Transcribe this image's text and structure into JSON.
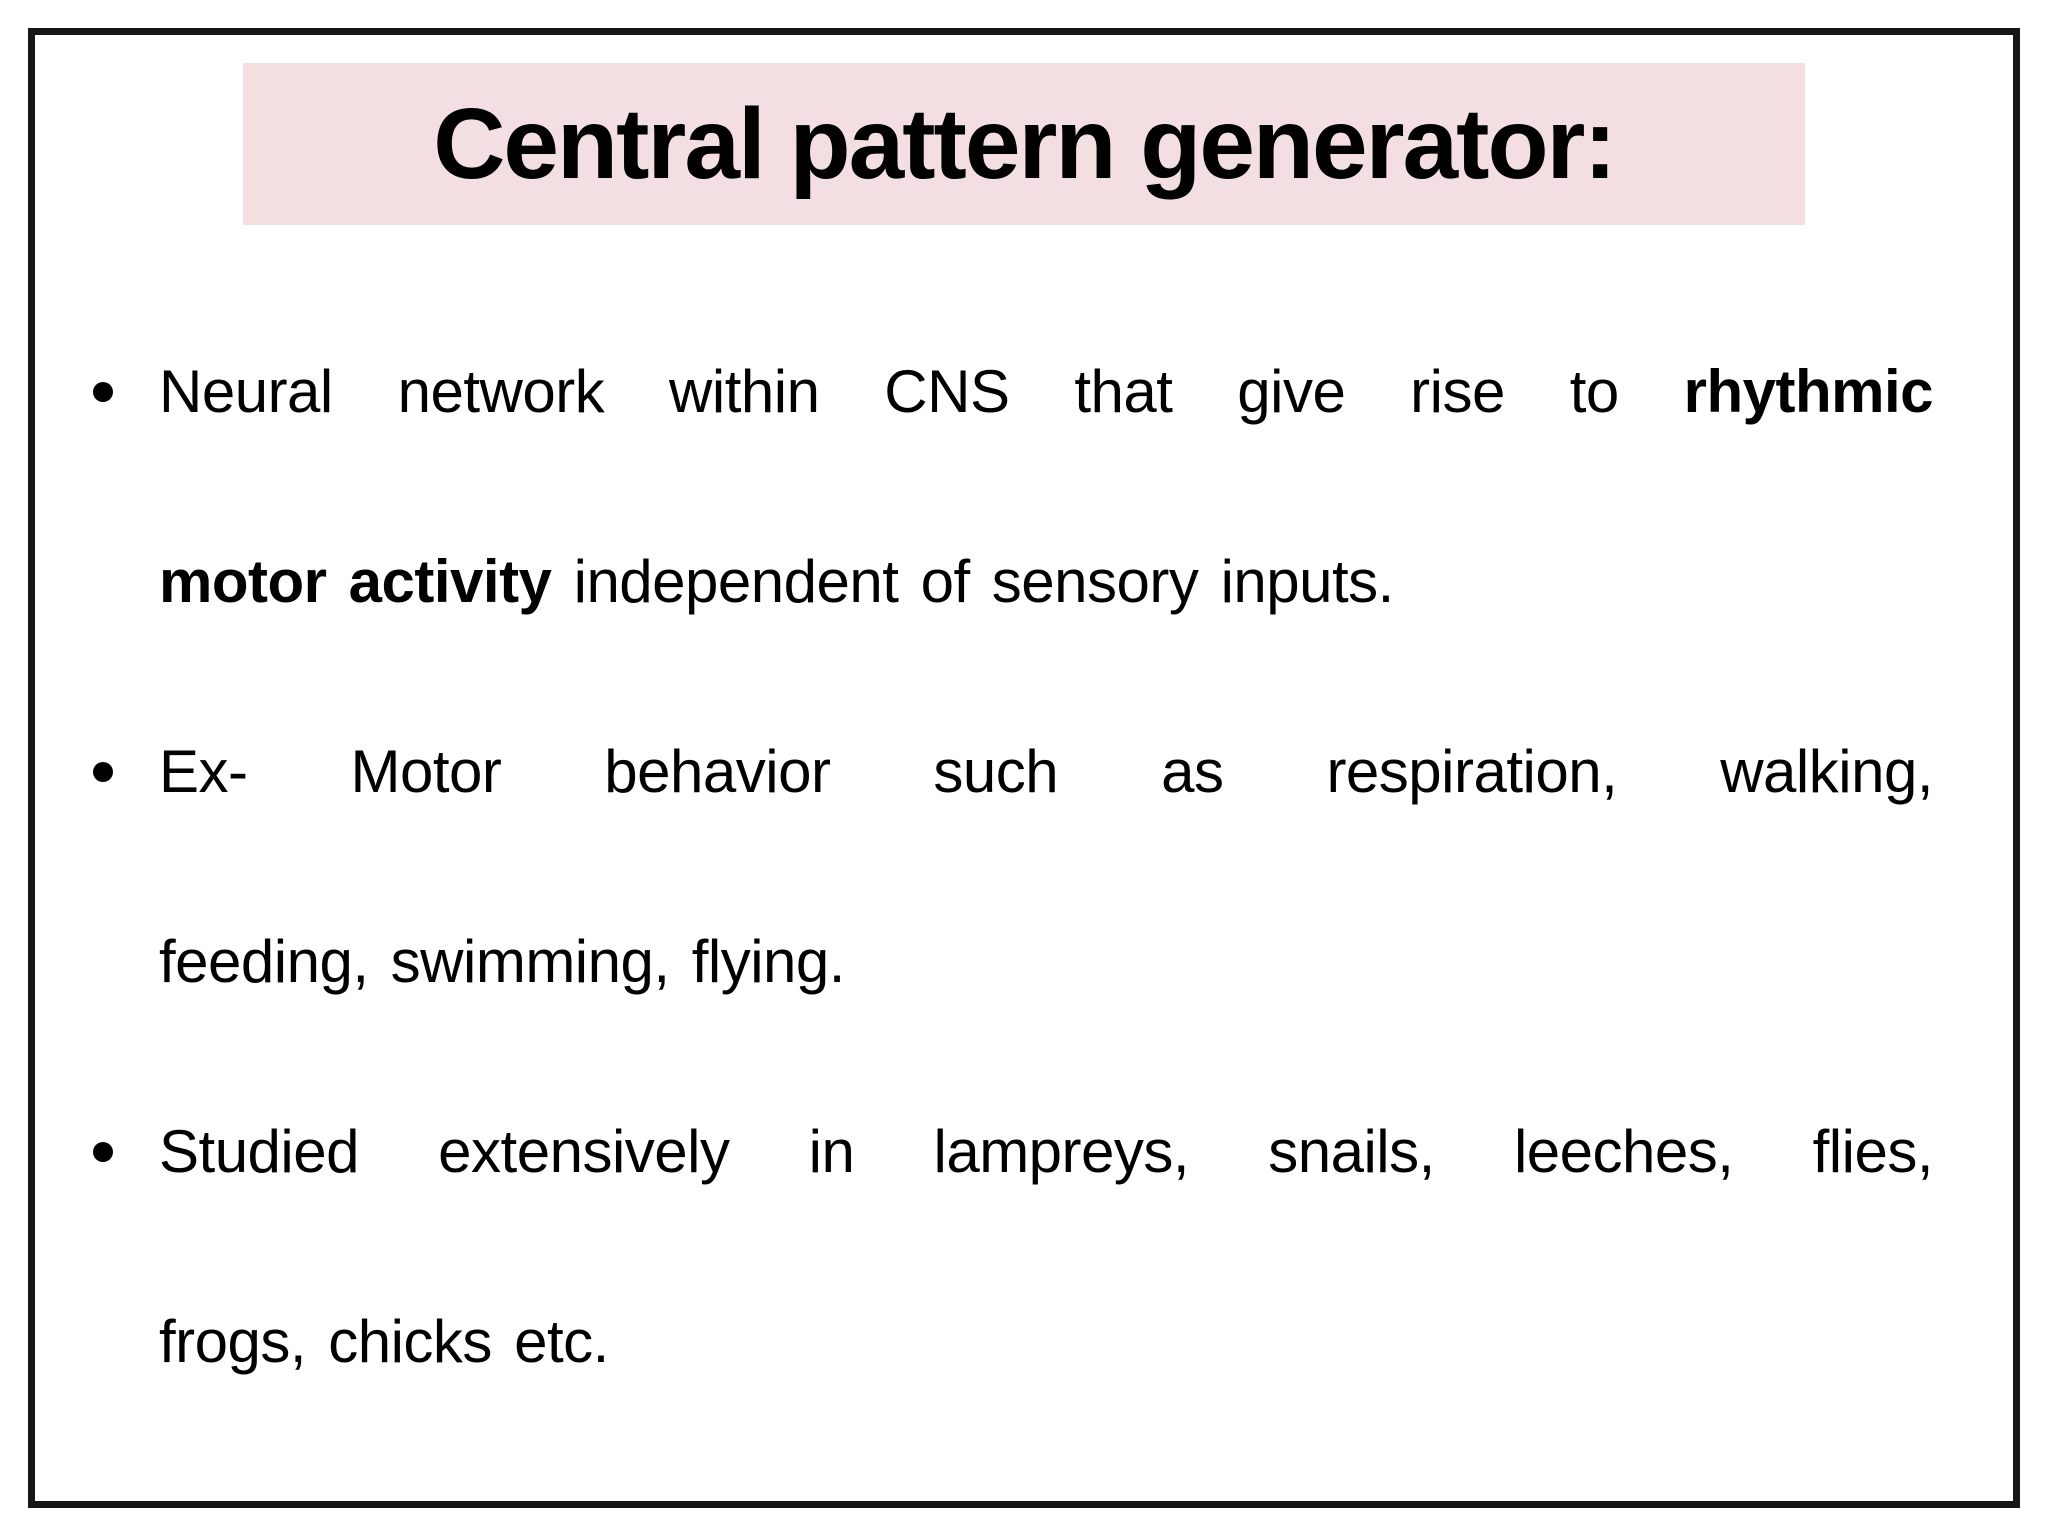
{
  "slide": {
    "title": "Central pattern generator:",
    "colors": {
      "title_bg": "#f3dee2",
      "border": "#161616",
      "text": "#000000",
      "background": "#ffffff"
    },
    "bullets": [
      {
        "lines": [
          {
            "pre": "Neural network within CNS that give rise to ",
            "bold": "rhythmic",
            "post": ""
          },
          {
            "pre": "",
            "bold": "motor activity",
            "post": " independent of sensory inputs."
          }
        ]
      },
      {
        "lines": [
          {
            "pre": "Ex- Motor behavior such as respiration, walking,",
            "bold": "",
            "post": ""
          },
          {
            "pre": "feeding, swimming, flying.",
            "bold": "",
            "post": ""
          }
        ]
      },
      {
        "lines": [
          {
            "pre": "Studied extensively in lampreys, snails, leeches, flies,",
            "bold": "",
            "post": ""
          },
          {
            "pre": "frogs, chicks etc.",
            "bold": "",
            "post": ""
          }
        ]
      }
    ]
  }
}
